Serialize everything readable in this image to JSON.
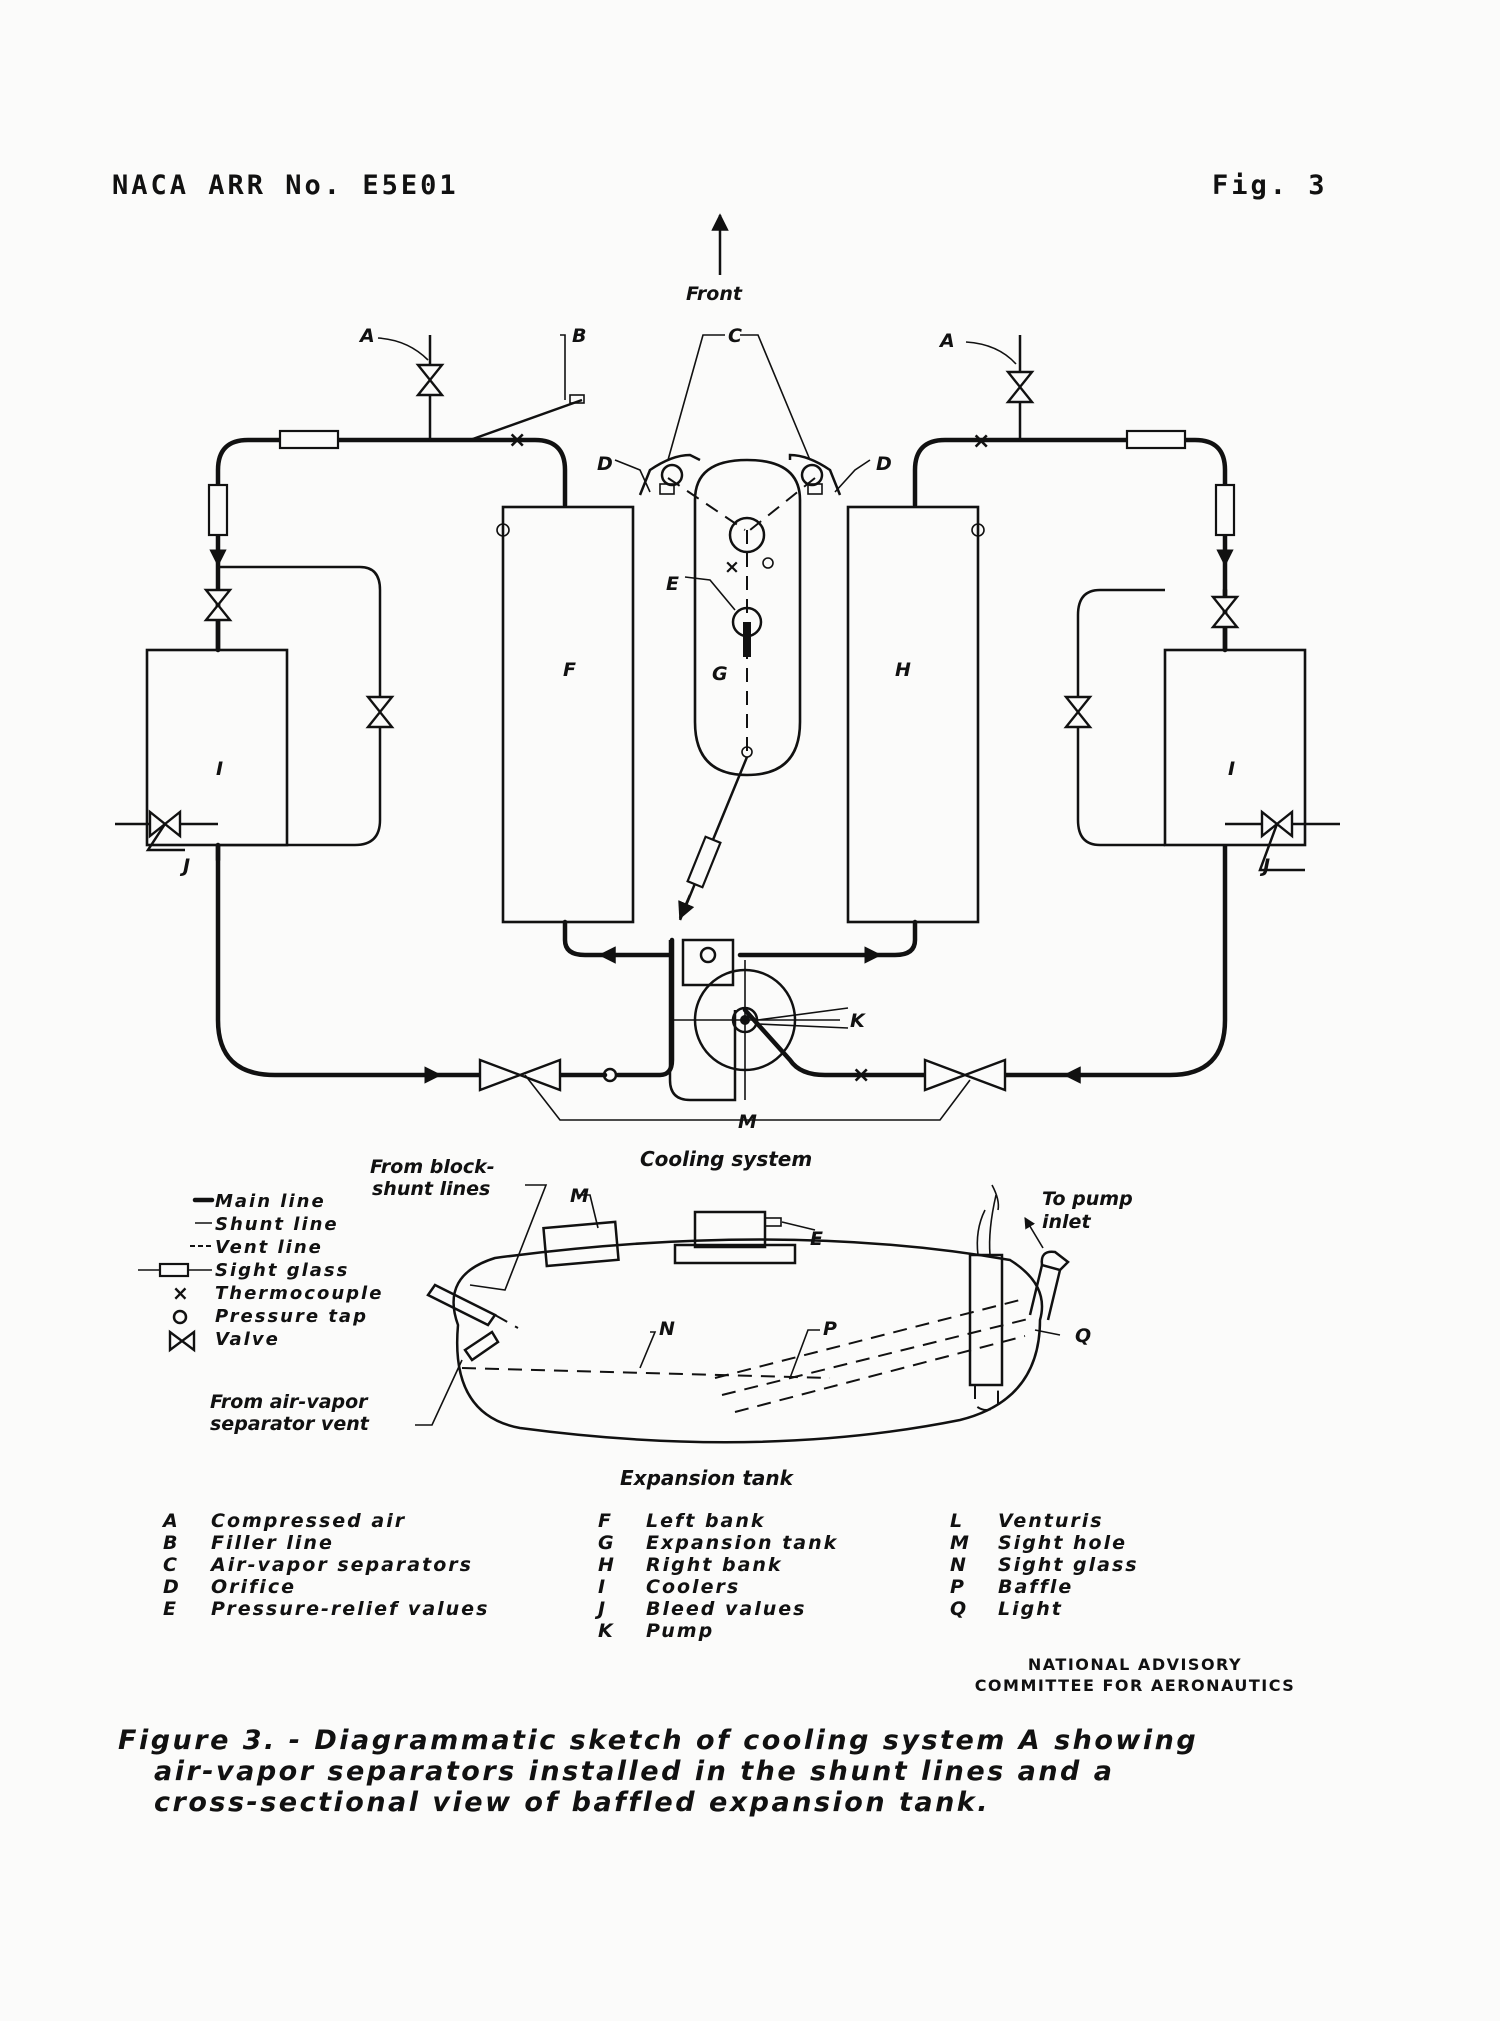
{
  "header": {
    "left": "NACA ARR No. E5E01",
    "right": "Fig. 3"
  },
  "labels": {
    "front": "Front",
    "A": "A",
    "B": "B",
    "C": "C",
    "D": "D",
    "E": "E",
    "F": "F",
    "G": "G",
    "H": "H",
    "I": "I",
    "J": "J",
    "K": "K",
    "M": "M",
    "N": "N",
    "P": "P",
    "Q": "Q"
  },
  "titles": {
    "cooling_system": "Cooling system",
    "expansion_tank": "Expansion tank"
  },
  "tank_callouts": {
    "from_block_1": "From block-",
    "from_block_2": "shunt lines",
    "to_pump_1": "To pump",
    "to_pump_2": "inlet",
    "from_separator_1": "From air-vapor",
    "from_separator_2": "separator vent"
  },
  "line_legend": [
    {
      "label": "Main line"
    },
    {
      "label": "Shunt line"
    },
    {
      "label": "Vent line"
    },
    {
      "label": "Sight glass"
    },
    {
      "label": "Thermocouple"
    },
    {
      "label": "Pressure tap"
    },
    {
      "label": "Valve"
    }
  ],
  "key_columns": [
    [
      {
        "letter": "A",
        "text": "Compressed air"
      },
      {
        "letter": "B",
        "text": "Filler line"
      },
      {
        "letter": "C",
        "text": "Air-vapor separators"
      },
      {
        "letter": "D",
        "text": "Orifice"
      },
      {
        "letter": "E",
        "text": "Pressure-relief values"
      }
    ],
    [
      {
        "letter": "F",
        "text": "Left bank"
      },
      {
        "letter": "G",
        "text": "Expansion tank"
      },
      {
        "letter": "H",
        "text": "Right bank"
      },
      {
        "letter": "I",
        "text": "Coolers"
      },
      {
        "letter": "J",
        "text": "Bleed values"
      },
      {
        "letter": "K",
        "text": "Pump"
      }
    ],
    [
      {
        "letter": "L",
        "text": "Venturis"
      },
      {
        "letter": "M",
        "text": "Sight hole"
      },
      {
        "letter": "N",
        "text": "Sight glass"
      },
      {
        "letter": "P",
        "text": "Baffle"
      },
      {
        "letter": "Q",
        "text": "Light"
      }
    ]
  ],
  "credit": {
    "line1": "NATIONAL ADVISORY",
    "line2": "COMMITTEE FOR AERONAUTICS"
  },
  "caption": {
    "line1": "Figure 3. - Diagrammatic sketch of cooling system A showing",
    "line2": "air-vapor separators installed in the shunt lines and a",
    "line3": "cross-sectional view of baffled expansion tank."
  }
}
